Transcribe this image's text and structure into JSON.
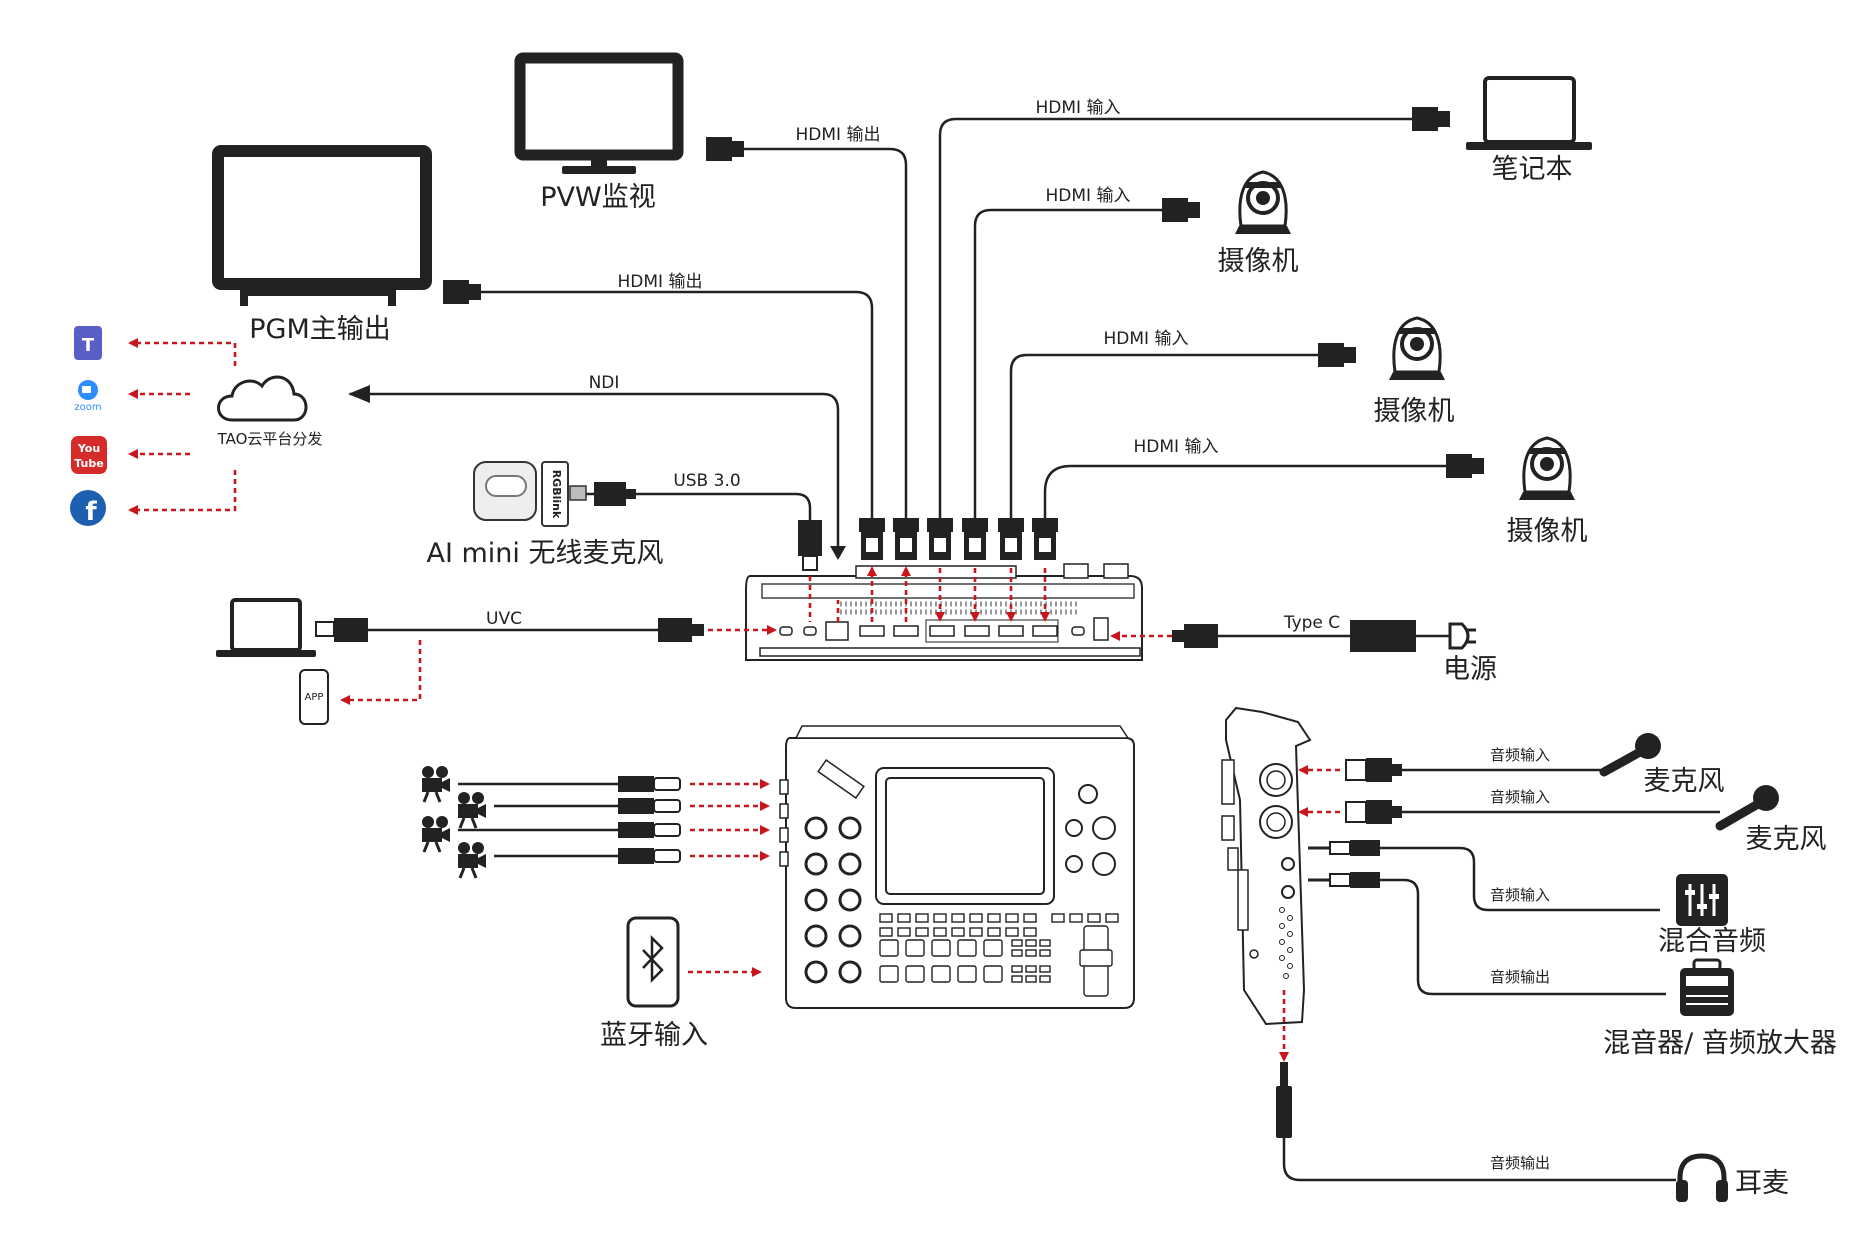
{
  "labels": {
    "pgm": "PGM主输出",
    "pvw": "PVW监视",
    "laptop": "笔记本",
    "camera1": "摄像机",
    "camera2": "摄像机",
    "camera3": "摄像机",
    "ai_mic": "AI mini 无线麦克风",
    "cloud": "TAO云平台分发",
    "power": "电源",
    "mic1": "麦克风",
    "mic2": "麦克风",
    "mixer": "混合音频",
    "amp": "混音器/ 音频放大器",
    "headset": "耳麦",
    "bluetooth": "蓝牙输入",
    "app": "APP",
    "teams": "T",
    "zoom": "zoom",
    "youtube_top": "You",
    "youtube_bottom": "Tube",
    "facebook": "f",
    "rgblink": "RGBlink"
  },
  "cables": {
    "hdmi_out_pvw": "HDMI 输出",
    "hdmi_out_pgm": "HDMI 输出",
    "hdmi_in_laptop": "HDMI 输入",
    "hdmi_in_cam1": "HDMI 输入",
    "hdmi_in_cam2": "HDMI 输入",
    "hdmi_in_cam3": "HDMI 输入",
    "ndi": "NDI",
    "usb": "USB 3.0",
    "uvc": "UVC",
    "typec": "Type C",
    "audio_in_mic1": "音频输入",
    "audio_in_mic2": "音频输入",
    "audio_in_mixer": "音频输入",
    "audio_out_amp": "音频输出",
    "audio_out_headset": "音频输出"
  },
  "colors": {
    "line": "#222222",
    "signal": "#c8161d",
    "youtube": "#d52b2b",
    "facebook": "#1d5fb0",
    "teams": "#5a5fc7",
    "zoom": "#2d8cff"
  }
}
